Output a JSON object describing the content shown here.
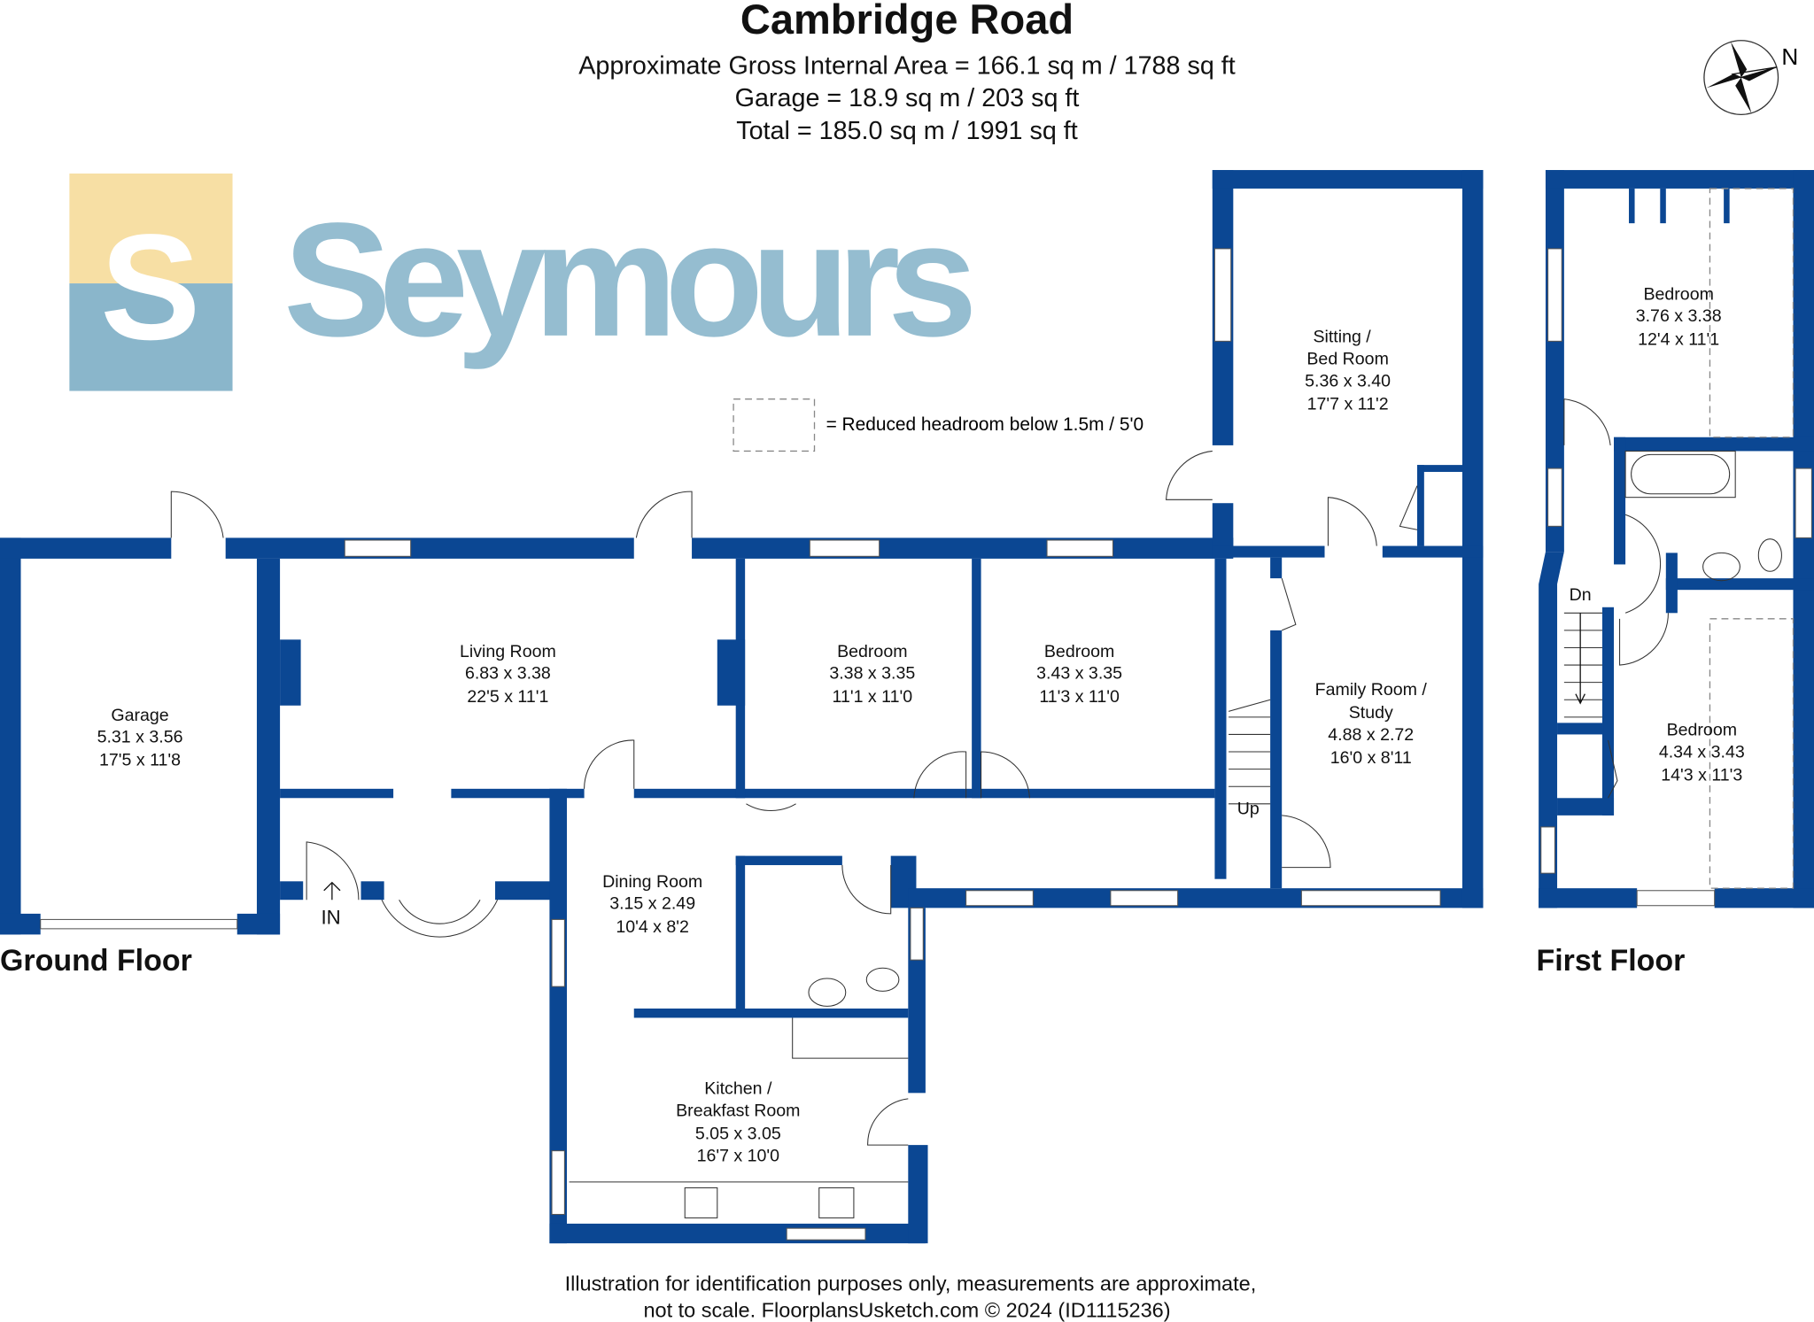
{
  "header": {
    "title": "Cambridge Road",
    "area_lines": [
      "Approximate Gross Internal Area = 166.1 sq m / 1788 sq ft",
      "Garage = 18.9 sq m / 203 sq ft",
      "Total = 185.0 sq m / 1991 sq ft"
    ],
    "compass_label": "N"
  },
  "legend": {
    "text": "= Reduced headroom below 1.5m / 5'0"
  },
  "watermark": {
    "logo_letter": "S",
    "brand": "Seymours",
    "colors": {
      "top": "#f7dc9b",
      "bottom": "#7eafc6"
    }
  },
  "ground_floor": {
    "label": "Ground Floor",
    "entrance": "IN",
    "stairs": "Up",
    "rooms": [
      {
        "name": [
          "Garage"
        ],
        "metric": "5.31 x 3.56",
        "imperial": "17'5 x 11'8"
      },
      {
        "name": [
          "Living Room"
        ],
        "metric": "6.83 x 3.38",
        "imperial": "22'5 x 11'1"
      },
      {
        "name": [
          "Bedroom"
        ],
        "metric": "3.38 x 3.35",
        "imperial": "11'1 x 11'0"
      },
      {
        "name": [
          "Bedroom"
        ],
        "metric": "3.43 x 3.35",
        "imperial": "11'3 x 11'0"
      },
      {
        "name": [
          "Sitting /",
          "Bed Room"
        ],
        "metric": "5.36 x 3.40",
        "imperial": "17'7 x 11'2"
      },
      {
        "name": [
          "Family Room /",
          "Study"
        ],
        "metric": "4.88 x 2.72",
        "imperial": "16'0 x 8'11"
      },
      {
        "name": [
          "Dining Room"
        ],
        "metric": "3.15 x 2.49",
        "imperial": "10'4 x 8'2"
      },
      {
        "name": [
          "Kitchen /",
          "Breakfast Room"
        ],
        "metric": "5.05 x 3.05",
        "imperial": "16'7 x 10'0"
      }
    ]
  },
  "first_floor": {
    "label": "First Floor",
    "stairs": "Dn",
    "rooms": [
      {
        "name": [
          "Bedroom"
        ],
        "metric": "3.76 x 3.38",
        "imperial": "12'4 x 11'1"
      },
      {
        "name": [
          "Bedroom"
        ],
        "metric": "4.34 x 3.43",
        "imperial": "14'3 x 11'3"
      }
    ]
  },
  "footer": {
    "lines": [
      "Illustration for identification purposes only, measurements are approximate,",
      "not to scale. FloorplansUsketch.com © 2024 (ID1115236)"
    ]
  }
}
